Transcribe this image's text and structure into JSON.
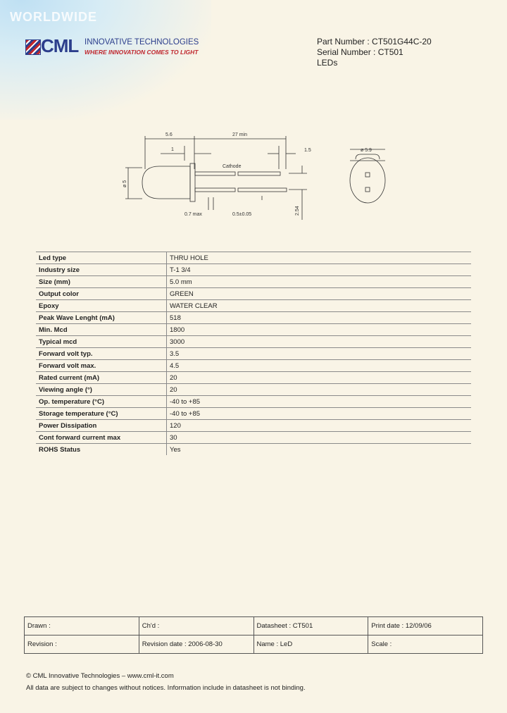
{
  "brand": {
    "worldwide": "WORLDWIDE",
    "name": "CML",
    "tagline1": "INNOVATIVE TECHNOLOGIES",
    "tagline2": "WHERE INNOVATION COMES TO LIGHT"
  },
  "header": {
    "part_number": "Part Number : CT501G44C-20",
    "serial_number": "Serial Number : CT501",
    "category": "LEDs"
  },
  "drawing": {
    "dim_5_6": "5.6",
    "dim_27_min": "27 min",
    "dim_1": "1",
    "dim_1_5": "1.5",
    "dim_diam_5_9": "ø 5.9",
    "cathode": "Cathode",
    "dim_diam_5": "ø 5",
    "dim_0_7_max": "0.7 max",
    "dim_0_5": "0.5±0.05",
    "dim_2_54": "2.54"
  },
  "specs": [
    {
      "label": "Led type",
      "value": "THRU HOLE"
    },
    {
      "label": "Industry size",
      "value": "T-1 3/4"
    },
    {
      "label": "Size (mm)",
      "value": "5.0 mm"
    },
    {
      "label": "Output color",
      "value": "GREEN"
    },
    {
      "label": "Epoxy",
      "value": "WATER CLEAR"
    },
    {
      "label": "Peak Wave Lenght (mA)",
      "value": "518"
    },
    {
      "label": "Min. Mcd",
      "value": "1800"
    },
    {
      "label": "Typical mcd",
      "value": "3000"
    },
    {
      "label": "Forward volt typ.",
      "value": "3.5"
    },
    {
      "label": "Forward volt max.",
      "value": "4.5"
    },
    {
      "label": "Rated current (mA)",
      "value": "20"
    },
    {
      "label": "Viewing angle (°)",
      "value": "20"
    },
    {
      "label": "Op. temperature (°C)",
      "value": "-40 to +85"
    },
    {
      "label": "Storage temperature (°C)",
      "value": "-40 to +85"
    },
    {
      "label": "Power Dissipation",
      "value": "120"
    },
    {
      "label": "Cont forward current max",
      "value": "30"
    },
    {
      "label": "ROHS Status",
      "value": "Yes"
    }
  ],
  "footer_table": {
    "drawn": "Drawn :",
    "chkd": "Ch'd :",
    "datasheet": "Datasheet : CT501",
    "print_date": "Print date : 12/09/06",
    "revision": "Revision :",
    "revision_date": "Revision date : 2006-08-30",
    "name": "Name : LeD",
    "scale": "Scale :"
  },
  "footer": {
    "copyright": "© CML Innovative Technologies – www.cml-it.com",
    "disclaimer": "All data are subject to changes without notices. Information include in datasheet is not binding."
  }
}
